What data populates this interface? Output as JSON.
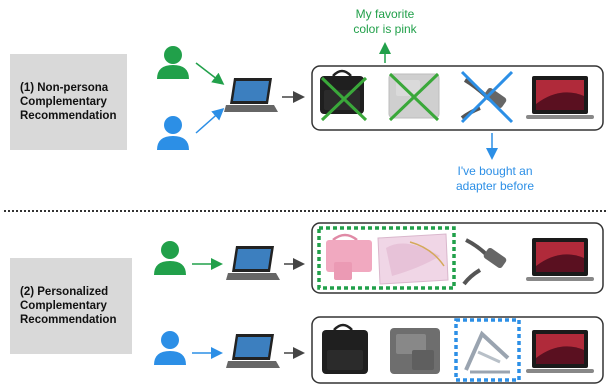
{
  "colors": {
    "green": "#21a04a",
    "blue": "#2c8fe6",
    "cross_green": "#3aa83a",
    "cross_blue": "#2c8fe6"
  },
  "section1": {
    "label_lines": [
      "(1) Non-persona",
      "Complementary",
      "Recommendation"
    ],
    "note_top": [
      "My favorite",
      "color is pink"
    ],
    "note_bottom": [
      "I've bought an",
      "adapter before"
    ]
  },
  "section2": {
    "label_lines": [
      "(2) Personalized",
      "Complementary",
      "Recommendation"
    ]
  },
  "icons": [
    "person-green-icon",
    "person-blue-icon",
    "laptop-icon",
    "arrow-icon",
    "bag-icon",
    "sleeve-icon",
    "hub-icon",
    "screen-icon",
    "stand-icon",
    "case-icon"
  ]
}
